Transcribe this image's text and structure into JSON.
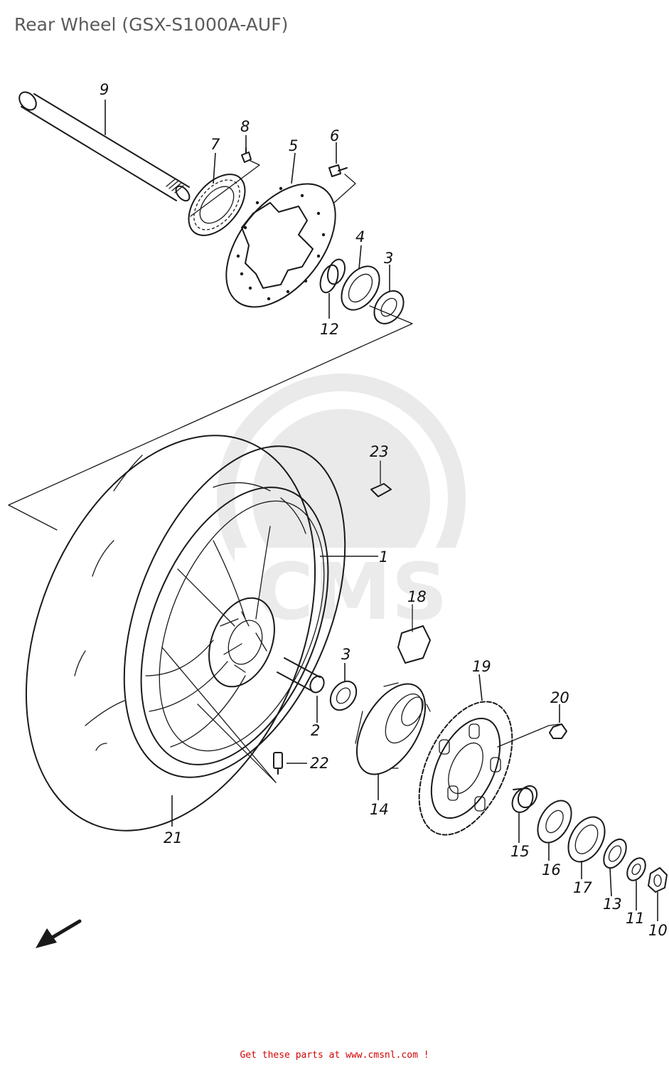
{
  "title": "Rear Wheel (GSX-S1000A-AUF)",
  "footer": "Get these parts at www.cmsnl.com !",
  "callouts": [
    "1",
    "2",
    "3",
    "3",
    "4",
    "5",
    "6",
    "7",
    "8",
    "9",
    "10",
    "11",
    "12",
    "13",
    "14",
    "15",
    "16",
    "17",
    "18",
    "19",
    "20",
    "21",
    "22",
    "23"
  ],
  "colors": {
    "line": "#1a1a1a",
    "title": "#5a5a5a",
    "footer": "#d40000",
    "watermark": "#d9d9d9"
  }
}
